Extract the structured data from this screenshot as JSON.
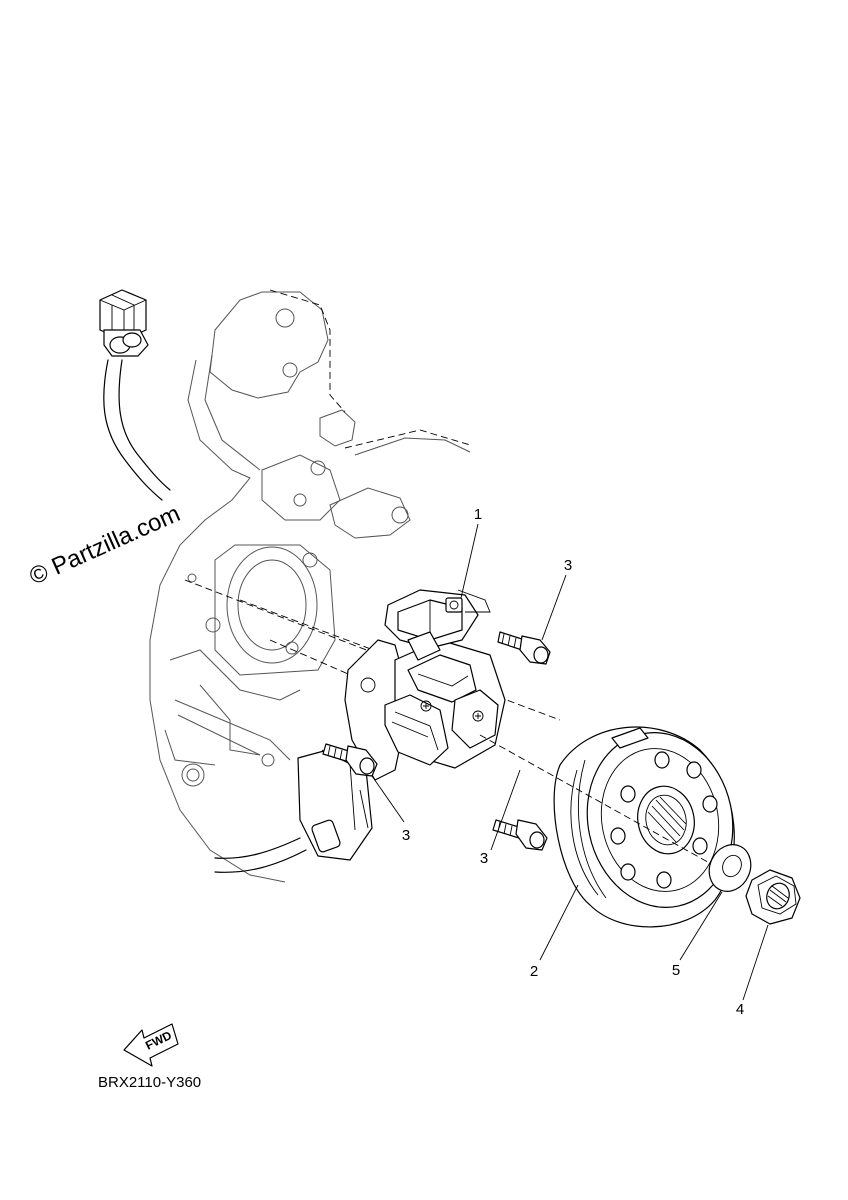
{
  "watermark": "© Partzilla.com",
  "diagram_code": "BRX2110-Y360",
  "fwd_label": "FWD",
  "callouts": {
    "stator": "1",
    "rotor": "2",
    "bolt_top": "3",
    "bolt_left": "3",
    "bolt_right": "3",
    "nut": "4",
    "washer": "5"
  },
  "parts": [
    {
      "ref": "1",
      "icon": "stator-assembly-icon"
    },
    {
      "ref": "2",
      "icon": "rotor-flywheel-icon"
    },
    {
      "ref": "3",
      "icon": "bolt-icon"
    },
    {
      "ref": "4",
      "icon": "nut-icon"
    },
    {
      "ref": "5",
      "icon": "washer-icon"
    }
  ]
}
